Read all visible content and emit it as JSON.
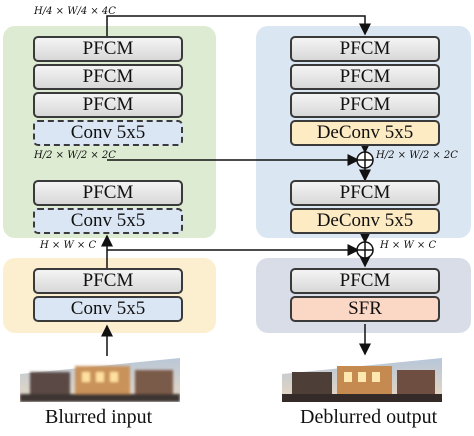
{
  "blocks": {
    "pfcm": "PFCM",
    "conv": "Conv 5x5",
    "deconv": "DeConv 5x5",
    "sfr": "SFR"
  },
  "dimensions": {
    "quarter": "H/4 × W/4 × 4C",
    "half": "H/2 × W/2 × 2C",
    "full": "H × W × C"
  },
  "captions": {
    "input": "Blurred input",
    "output": "Deblurred output"
  },
  "colors": {
    "encoder_green": "#dcebd1",
    "decoder_blue": "#dbe6f3",
    "input_yellow": "#fcefcf",
    "output_gray": "#d8dde8",
    "conv_fill": "#dbe6f5",
    "deconv_fill": "#fdecc3",
    "sfr_fill": "#fbd7c6"
  }
}
